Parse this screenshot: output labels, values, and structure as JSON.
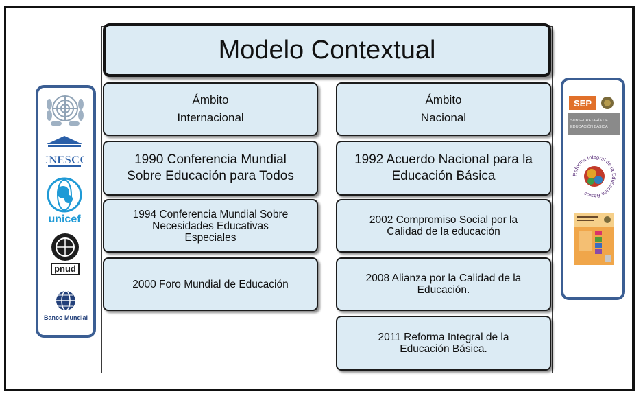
{
  "title": "Modelo Contextual",
  "colors": {
    "box_fill": "#dcebf4",
    "border": "#151515",
    "side_border": "#3b5e93"
  },
  "internacional": {
    "header": [
      "Ámbito",
      "Internacional"
    ],
    "items": [
      [
        "1990 Conferencia Mundial",
        "Sobre Educación para Todos"
      ],
      [
        "1994 Conferencia Mundial Sobre",
        "Necesidades Educativas",
        "Especiales"
      ],
      [
        "2000 Foro Mundial de Educación"
      ]
    ]
  },
  "nacional": {
    "header": [
      "Ámbito",
      "Nacional"
    ],
    "items": [
      [
        "1992 Acuerdo Nacional para la",
        "Educación  Básica"
      ],
      [
        "2002 Compromiso Social por la",
        "Calidad de la educación"
      ],
      [
        "2008 Alianza por la Calidad de la",
        "Educación."
      ],
      [
        "2011 Reforma Integral de la",
        "Educación Básica."
      ]
    ]
  },
  "left_logos": {
    "icons": [
      "un-emblem-icon",
      "unesco-logo-icon",
      "unicef-logo-icon",
      "pnud-logo-icon",
      "banco-mundial-logo-icon"
    ],
    "unesco": "UNESCO",
    "unicef": "unicef",
    "pnud": "pnud",
    "banco": "Banco Mundial"
  },
  "right_logos": {
    "icons": [
      "sep-logo-icon",
      "reforma-integral-logo-icon",
      "publication-cover-icon"
    ],
    "sep": "SEP",
    "sep_sub1": "SUBSECRETARÍA DE",
    "sep_sub2": "EDUCACIÓN BÁSICA",
    "reforma": "Reforma Integral de la Educación Básica"
  }
}
